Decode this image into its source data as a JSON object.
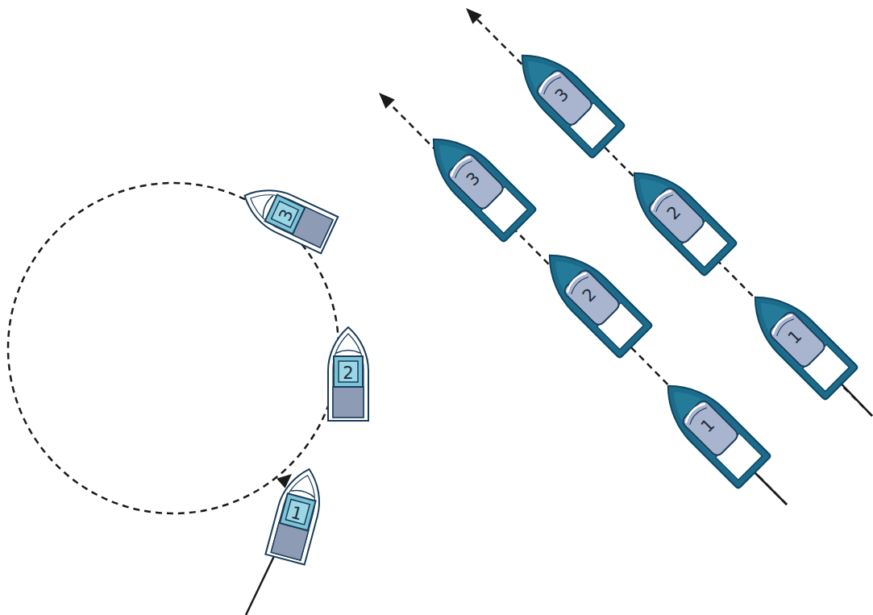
{
  "diagram": {
    "labels": [
      "1",
      "2",
      "3",
      "1",
      "2",
      "3",
      "1",
      "2",
      "3"
    ]
  }
}
